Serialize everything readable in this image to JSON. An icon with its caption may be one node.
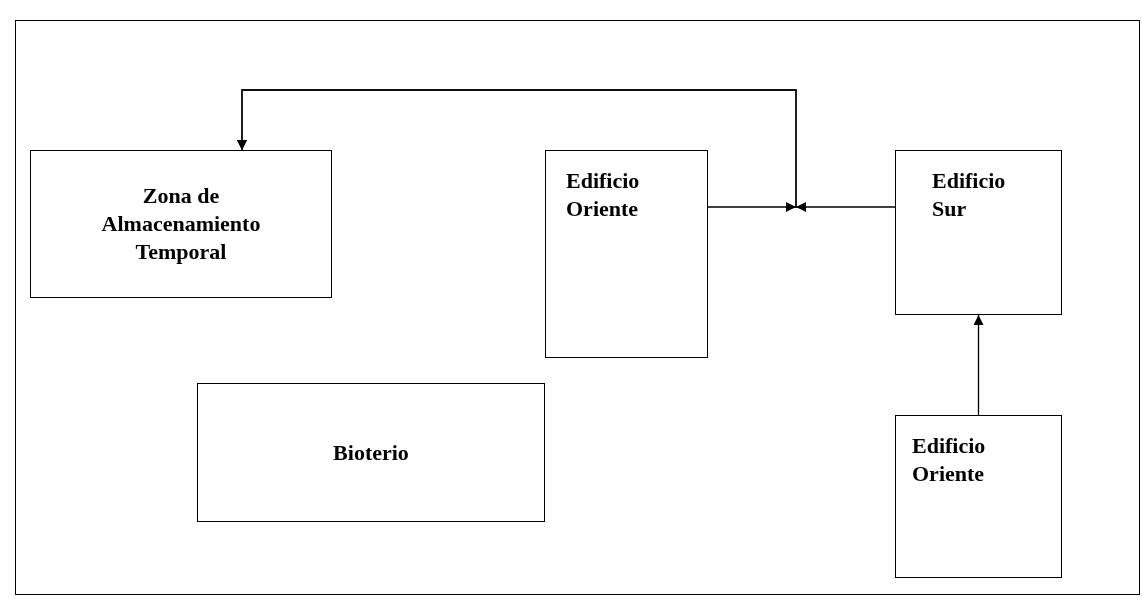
{
  "diagram": {
    "nodes": [
      {
        "text": [
          "Zona de Almacenamiento Temporal"
        ]
      },
      {
        "text": [
          "Edificio Oriente"
        ]
      },
      {
        "text": [
          "Edificio Sur"
        ]
      },
      {
        "text": [
          "Bioterio"
        ]
      },
      {
        "text": [
          "Edificio Oriente"
        ]
      }
    ],
    "edges": [
      {
        "from": 1,
        "to": 0,
        "arrow": "to"
      },
      {
        "from": 2,
        "to": 0,
        "arrow": "to"
      },
      {
        "from": 4,
        "to": 2,
        "arrow": "to"
      }
    ]
  }
}
